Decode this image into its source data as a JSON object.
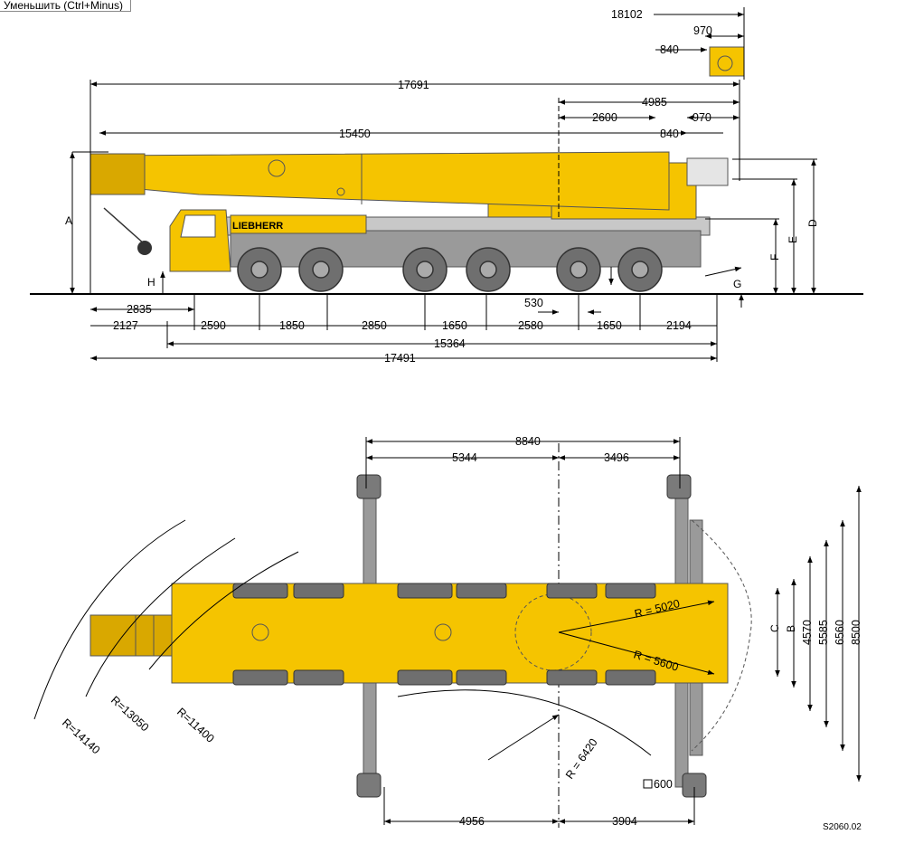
{
  "tooltip": "Уменьшить (Ctrl+Minus)",
  "colors": {
    "crane_yellow": "#f5c400",
    "crane_yellow_dark": "#d9a800",
    "grey": "#8c8c8c",
    "tyre": "#6f6f6f",
    "line": "#000000"
  },
  "brand": "LIEBHERR",
  "side_view": {
    "top": {
      "total": "18102",
      "small_970": "970",
      "small_840": "840"
    },
    "overall_17691": "17691",
    "boom": {
      "d_4985": "4985",
      "d_2600": "2600",
      "d_970": "970",
      "d_15450": "15450",
      "d_840": "840"
    },
    "bottom": {
      "d_2835": "2835",
      "d_530": "530",
      "segments": [
        "2127",
        "2590",
        "1850",
        "2850",
        "1650",
        "2580",
        "1650",
        "2194"
      ],
      "d_15364": "15364",
      "d_17491": "17491"
    },
    "letters": {
      "A": "A",
      "H": "H",
      "G": "G",
      "F": "F",
      "E": "E",
      "D": "D"
    }
  },
  "top_view": {
    "d_8840": "8840",
    "d_5344": "5344",
    "d_3496": "3496",
    "d_4956": "4956",
    "d_3904": "3904",
    "widths": [
      "C",
      "B",
      "4570",
      "5585",
      "6560",
      "8500"
    ],
    "radii": {
      "r_5020": "R = 5020",
      "r_5600": "R = 5600",
      "r_6420": "R = 6420",
      "r_11400": "R=11400",
      "r_13050": "R=13050",
      "r_14140": "R=14140"
    },
    "pad": "600",
    "ref": "S2060.02"
  }
}
